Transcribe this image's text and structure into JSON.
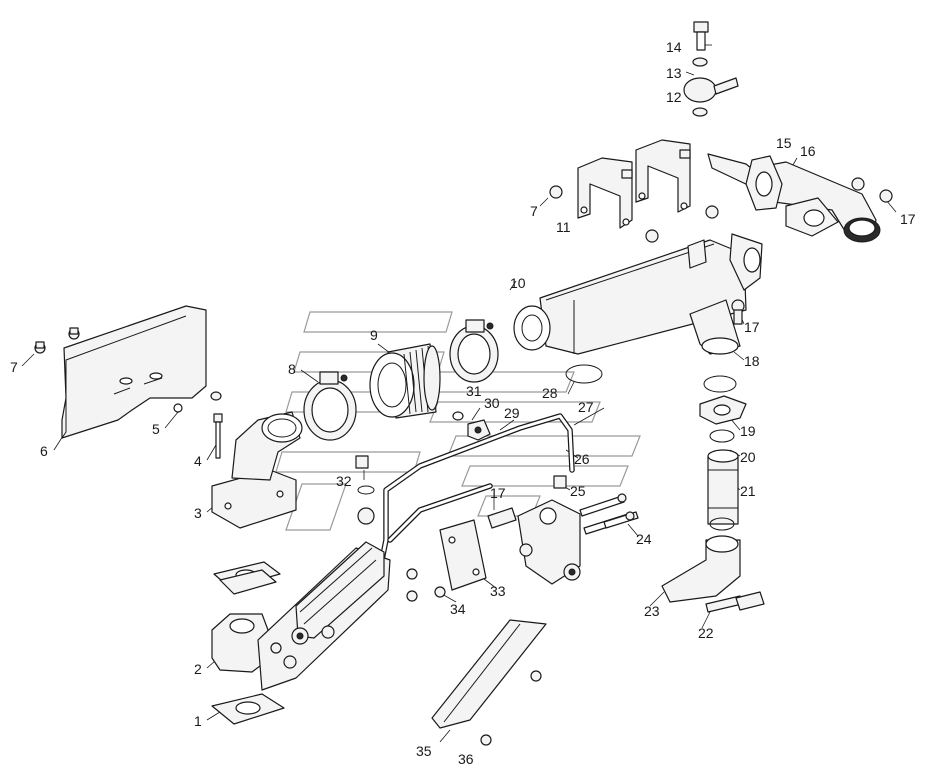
{
  "diagram": {
    "part_numbers": [
      "1",
      "2",
      "3",
      "4",
      "5",
      "6",
      "7",
      "7",
      "8",
      "9",
      "10",
      "11",
      "12",
      "13",
      "14",
      "15",
      "16",
      "17",
      "17",
      "17",
      "18",
      "19",
      "20",
      "21",
      "22",
      "23",
      "24",
      "25",
      "26",
      "27",
      "28",
      "29",
      "30",
      "31",
      "32",
      "33",
      "34",
      "35",
      "36"
    ]
  }
}
